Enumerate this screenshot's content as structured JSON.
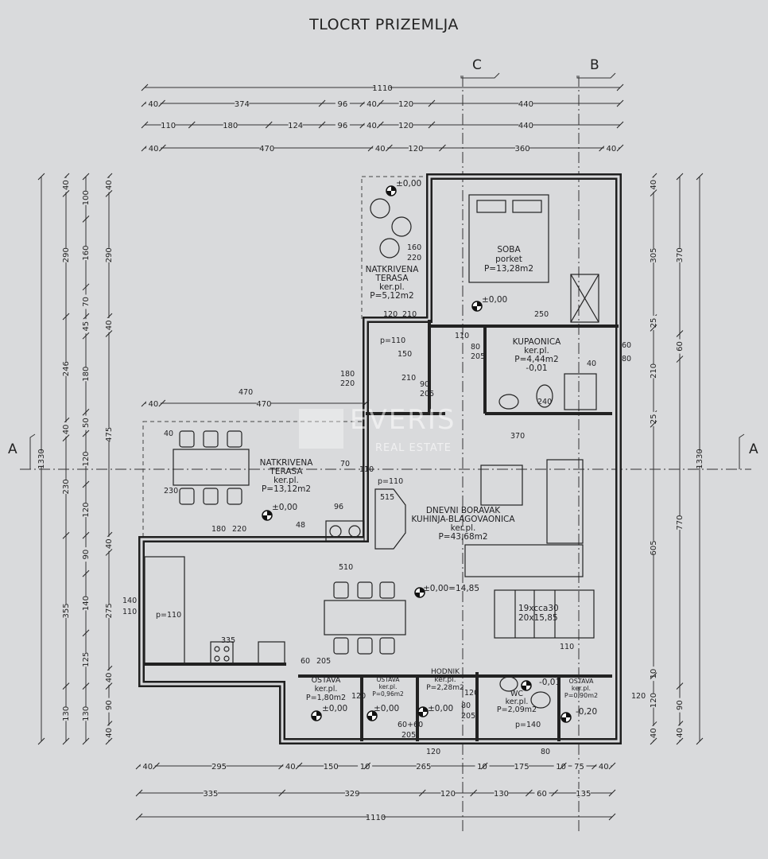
{
  "title": "TLOCRT PRIZEMLJA",
  "section_marks": {
    "a_left": "A",
    "a_right": "A",
    "c": "C",
    "b": "B"
  },
  "watermark": {
    "brand": "EVERIS",
    "sub": "REAL ESTATE"
  },
  "rooms": [
    {
      "id": "soba",
      "lines": [
        "SOBA",
        "porket",
        "P=13,28m2"
      ]
    },
    {
      "id": "terasa-gornja",
      "lines": [
        "NATKRIVENA",
        "TERASA",
        "ker.pl.",
        "P=5,12m2"
      ]
    },
    {
      "id": "kupaonica",
      "lines": [
        "KUPAONICA",
        "ker.pl.",
        "P=4,44m2",
        "-0,01"
      ]
    },
    {
      "id": "terasa-donja",
      "lines": [
        "NATKRIVENA",
        "TERASA",
        "ker.pl.",
        "P=13,12m2"
      ]
    },
    {
      "id": "dnevni",
      "lines": [
        "DNEVNI BORAVAK",
        "KUHINJA-BLAGOVAONICA",
        "ker.pl.",
        "P=43,68m2"
      ]
    },
    {
      "id": "ostava1",
      "lines": [
        "OSTAVA",
        "ker.pl.",
        "P=1,80m2"
      ]
    },
    {
      "id": "ostava2",
      "lines": [
        "OSTAVA",
        "ker.pl.",
        "P=0,96m2"
      ]
    },
    {
      "id": "hodnik",
      "lines": [
        "HODNIK",
        "ker.pl.",
        "P=2,28m2"
      ]
    },
    {
      "id": "wc",
      "lines": [
        "WC",
        "ker.pl.",
        "P=2,09m2"
      ]
    },
    {
      "id": "ostava3",
      "lines": [
        "OSTAVA",
        "ker.pl.",
        "P=0,90m2"
      ]
    }
  ],
  "levels": [
    "±0,00",
    "±0,00",
    "±0,00",
    "±0,00=14,85",
    "±0,00",
    "±0,00",
    "±0,00",
    "-0,01",
    "-0,20"
  ],
  "stairs": [
    "19xcca30",
    "20x15,85"
  ],
  "annotations": [
    "160",
    "220",
    "120",
    "210",
    "p=110",
    "150",
    "180",
    "220",
    "110",
    "250",
    "80",
    "205",
    "210",
    "90",
    "205",
    "240",
    "40",
    "80",
    "60",
    "470",
    "370",
    "515",
    "40",
    "230",
    "70",
    "110",
    "p=110",
    "96",
    "48",
    "180",
    "220",
    "510",
    "140",
    "110",
    "p=110",
    "335",
    "60",
    "205",
    "120",
    "120",
    "60+60",
    "205",
    "80",
    "205",
    "120",
    "p=140",
    "110",
    "120",
    "80"
  ],
  "dimensions": {
    "top": [
      [
        "1110"
      ],
      [
        "40",
        "374",
        "96",
        "40",
        "120",
        "440"
      ],
      [
        "110",
        "180",
        "124",
        "96",
        "40",
        "120",
        "440"
      ],
      [
        "40",
        "470",
        "40",
        "120",
        "360",
        "40"
      ]
    ],
    "terrace_top": [
      "40",
      "470"
    ],
    "bottom": [
      [
        "40",
        "295",
        "40",
        "150",
        "10",
        "265",
        "10",
        "175",
        "10",
        "75",
        "40"
      ],
      [
        "335",
        "329",
        "120",
        "130",
        "60",
        "135"
      ],
      [
        "1110"
      ]
    ],
    "left": [
      [
        "1330"
      ],
      [
        "40",
        "290",
        "246",
        "40",
        "230",
        "355",
        "130"
      ],
      [
        "100",
        "160",
        "70",
        "45",
        "180",
        "50",
        "120",
        "120",
        "90",
        "140",
        "125",
        "130"
      ],
      [
        "40",
        "290",
        "40",
        "475",
        "40",
        "275",
        "40",
        "90",
        "40"
      ]
    ],
    "right": [
      [
        "40",
        "305",
        "25",
        "210",
        "25",
        "605",
        "10",
        "120",
        "40"
      ],
      [
        "370",
        "60",
        "770",
        "90",
        "40"
      ],
      [
        "1330"
      ]
    ]
  }
}
